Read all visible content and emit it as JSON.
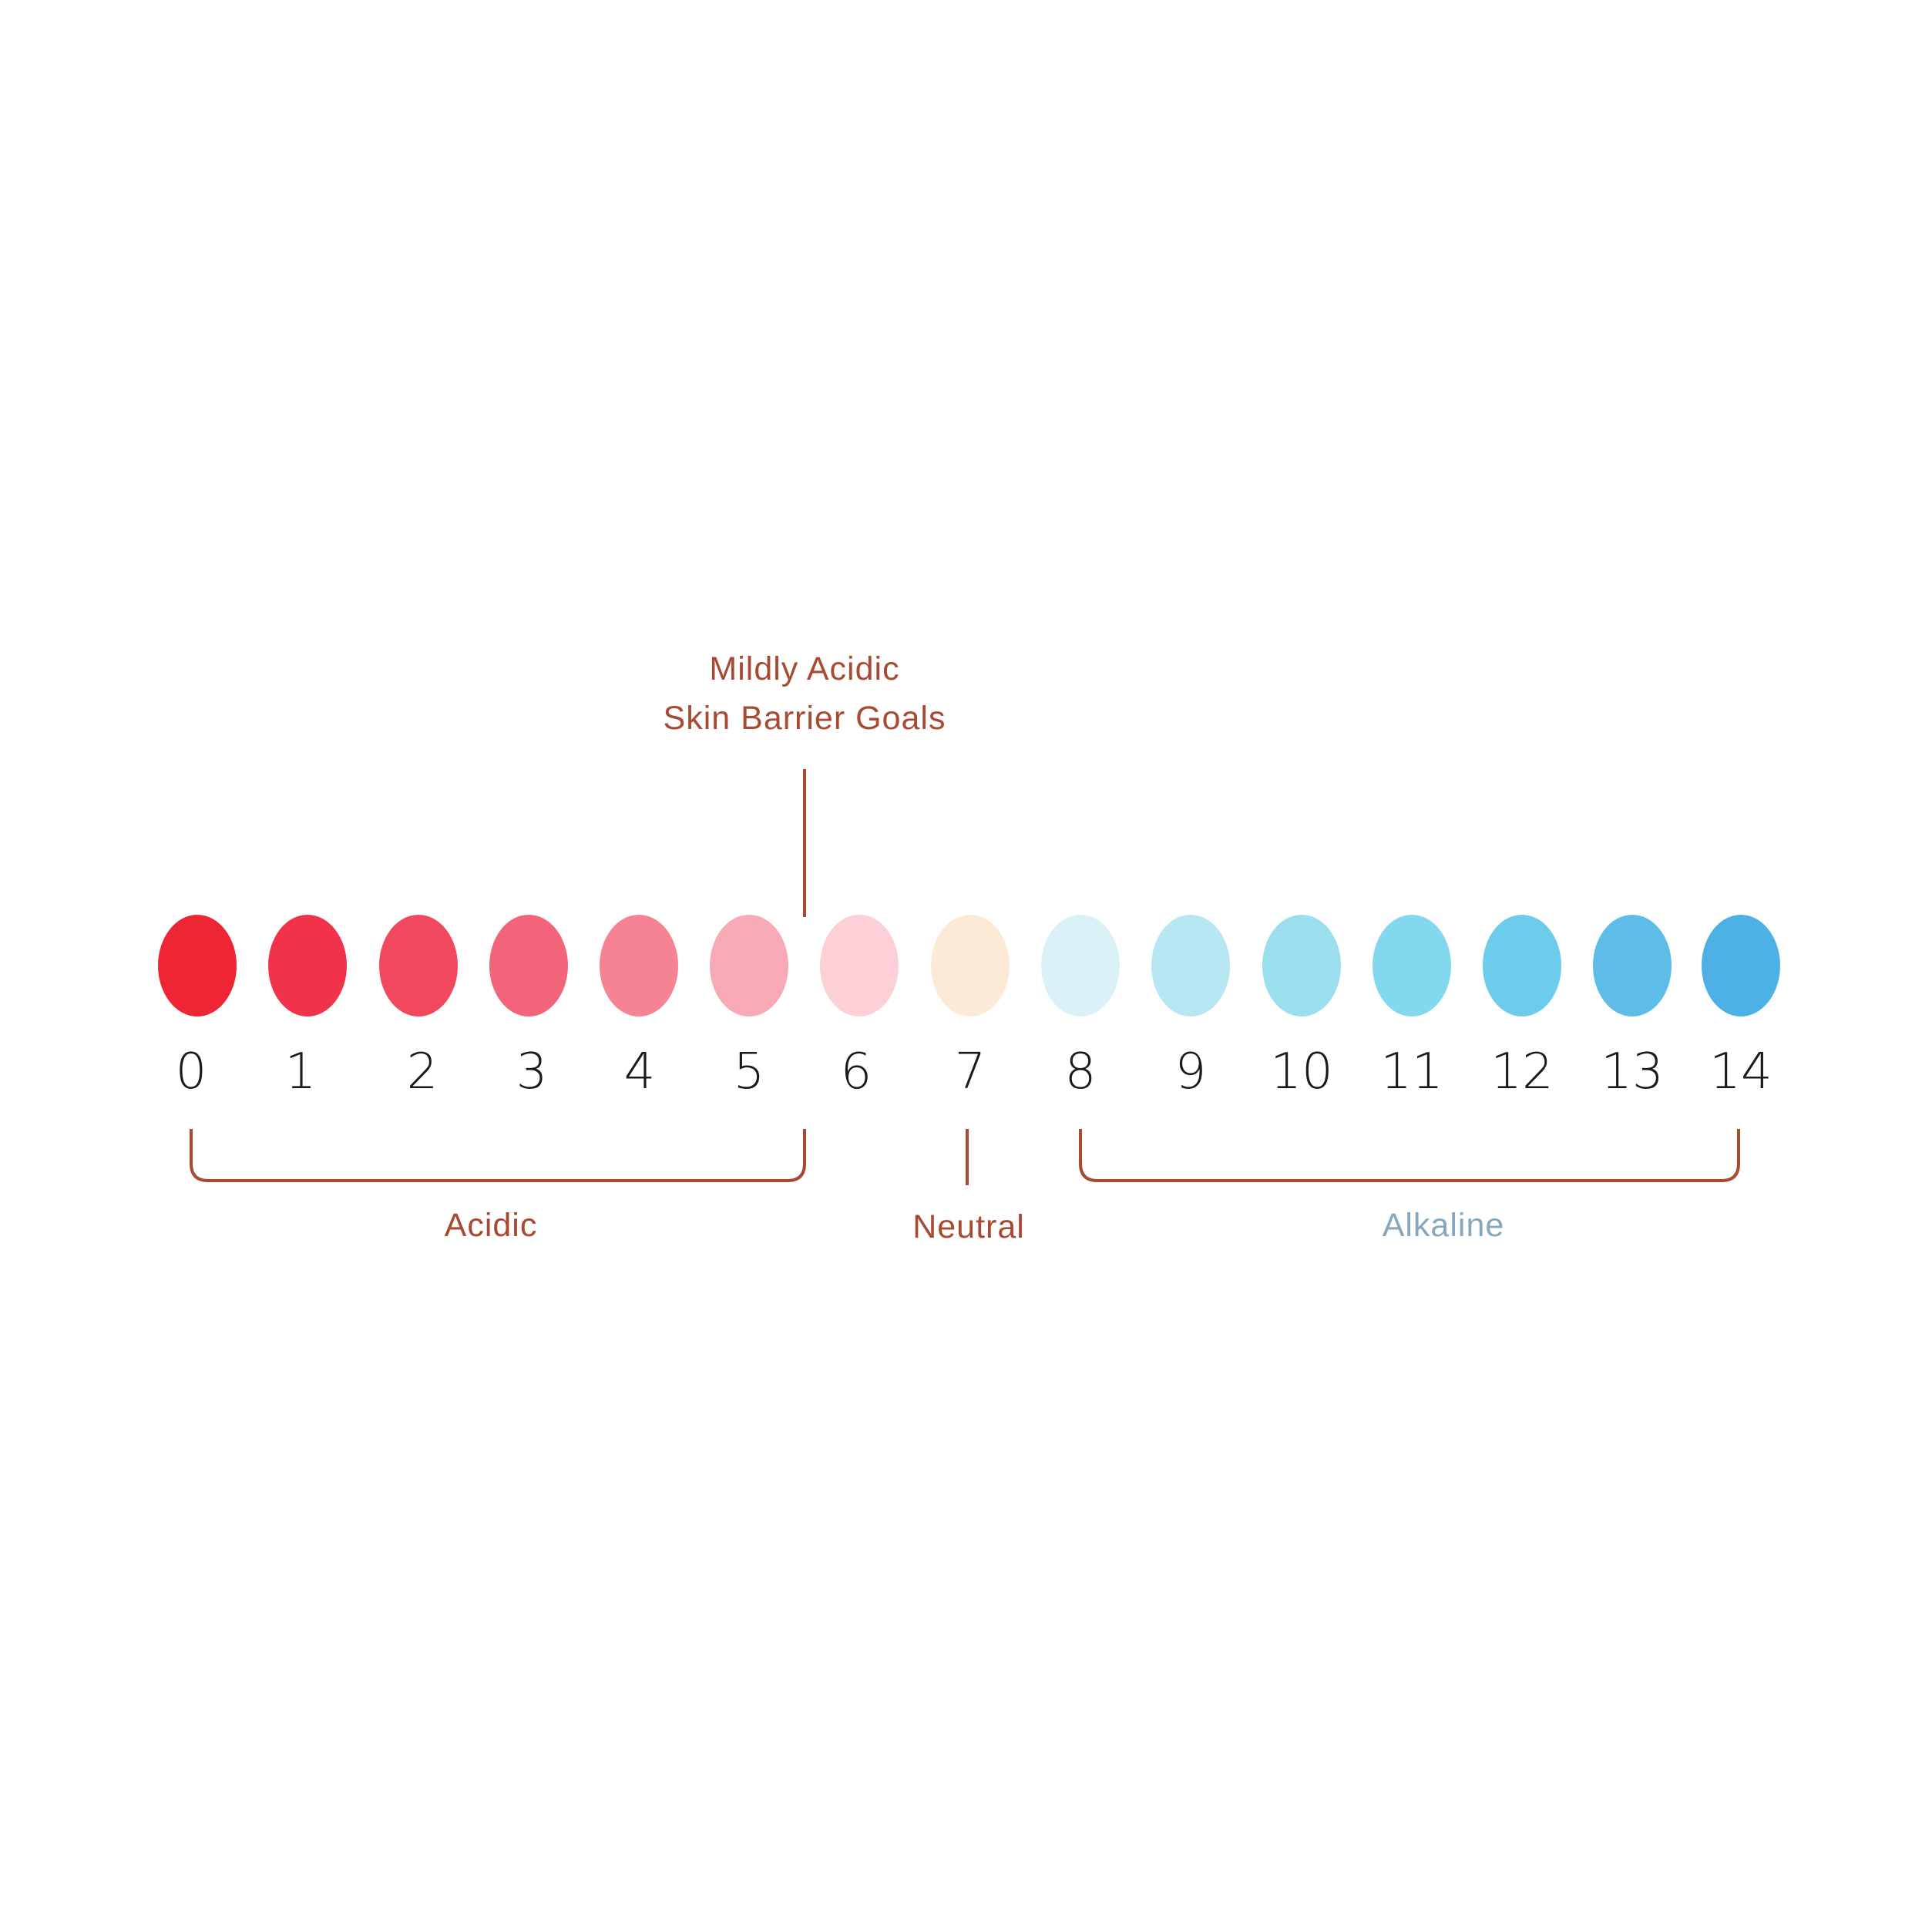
{
  "annotation": {
    "line1": "Mildly Acidic",
    "line2": "Skin Barrier Goals",
    "color": "#a84a32",
    "between": [
      5,
      6
    ]
  },
  "scale": {
    "values": [
      0,
      1,
      2,
      3,
      4,
      5,
      6,
      7,
      8,
      9,
      10,
      11,
      12,
      13,
      14
    ],
    "labels": [
      "0",
      "1",
      "2",
      "3",
      "4",
      "5",
      "6",
      "7",
      "8",
      "9",
      "10",
      "11",
      "12",
      "13",
      "14"
    ],
    "colors": [
      "#ee2633",
      "#f0334a",
      "#f0495d",
      "#f26479",
      "#f68393",
      "#f8a9b6",
      "#fdd0d7",
      "#fdead6",
      "#daf1f8",
      "#b7e7f2",
      "#9bdeee",
      "#83d7ef",
      "#6dcbec",
      "#5dbde8",
      "#4eb1e6"
    ],
    "number_color": "#1a1a1a"
  },
  "groups": [
    {
      "id": "acidic",
      "label": "Acidic",
      "from": 0,
      "to": 5,
      "type": "bracket",
      "text_color": "#a84a32"
    },
    {
      "id": "neutral",
      "label": "Neutral",
      "from": 7,
      "to": 7,
      "type": "tick",
      "text_color": "#a84a32"
    },
    {
      "id": "alkaline",
      "label": "Alkaline",
      "from": 8,
      "to": 14,
      "type": "bracket",
      "text_color": "#86a7be"
    }
  ],
  "line_color": "#a84a32"
}
